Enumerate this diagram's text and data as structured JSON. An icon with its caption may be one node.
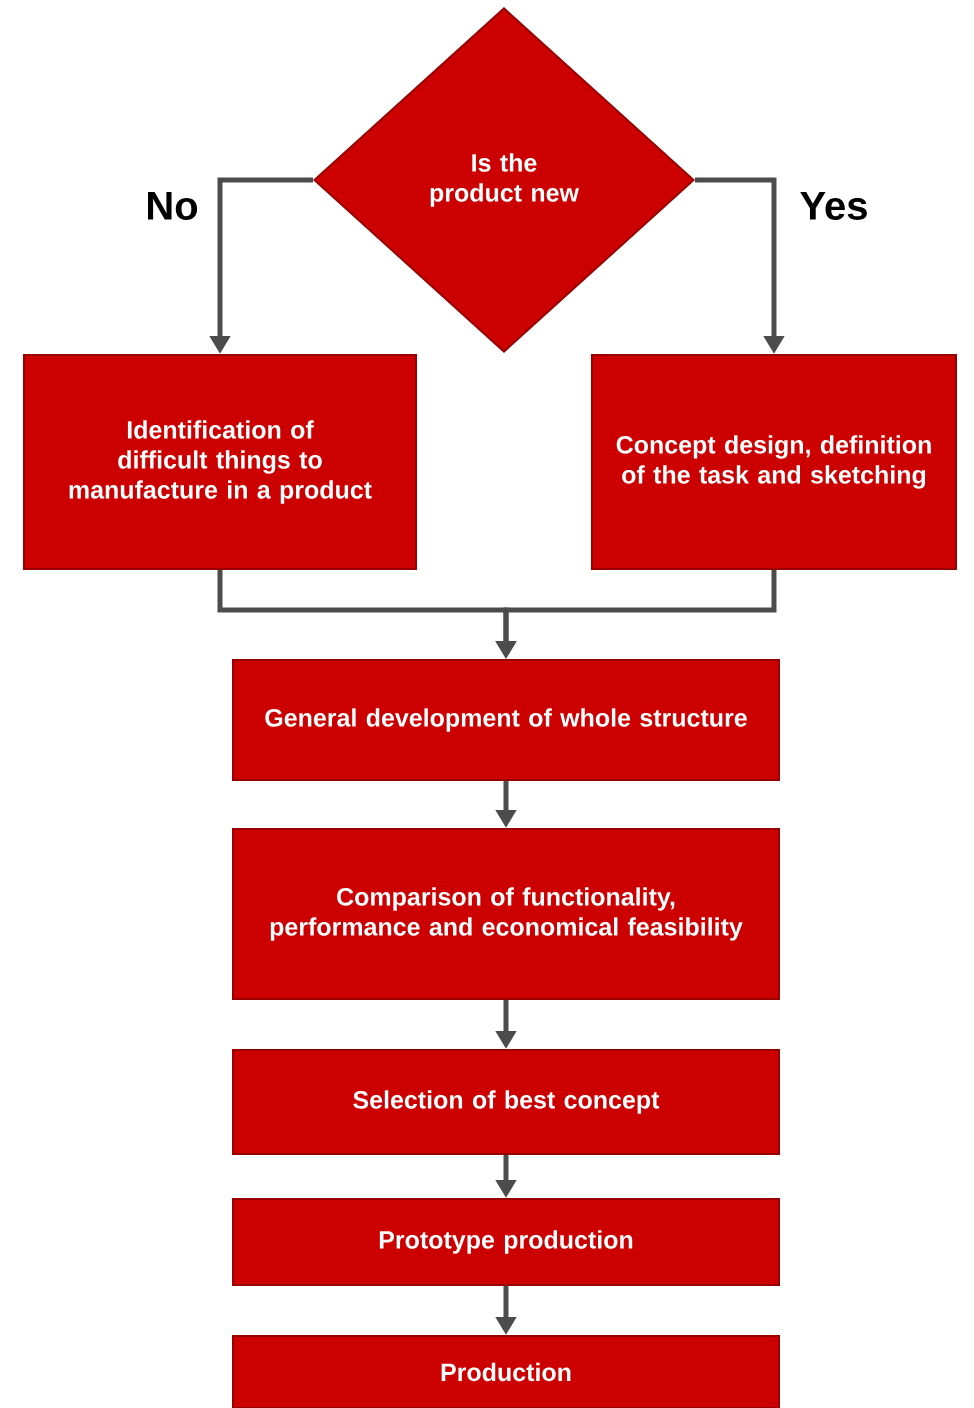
{
  "diagram": {
    "nodes": [
      {
        "text": [
          "Is the product new"
        ]
      },
      {
        "text": [
          "Identification of difficult things to manufacture in a product"
        ]
      },
      {
        "text": [
          "Concept design, definition of the task and sketching"
        ]
      },
      {
        "text": [
          "General development of whole structure"
        ]
      },
      {
        "text": [
          "Comparison of functionality, performance and economical feasibility"
        ]
      },
      {
        "text": [
          "Selection of best concept"
        ]
      },
      {
        "text": [
          "Prototype production"
        ]
      },
      {
        "text": [
          "Production"
        ]
      }
    ],
    "edges": [
      {
        "from": 0,
        "to": 1,
        "arrow": "to",
        "label": "No"
      },
      {
        "from": 0,
        "to": 2,
        "arrow": "to",
        "label": "Yes"
      },
      {
        "from": 1,
        "to": 3,
        "arrow": "to"
      },
      {
        "from": 2,
        "to": 3,
        "arrow": "to"
      },
      {
        "from": 3,
        "to": 4,
        "arrow": "to"
      },
      {
        "from": 4,
        "to": 5,
        "arrow": "to"
      },
      {
        "from": 5,
        "to": 6,
        "arrow": "to"
      },
      {
        "from": 6,
        "to": 7,
        "arrow": "to"
      }
    ]
  }
}
